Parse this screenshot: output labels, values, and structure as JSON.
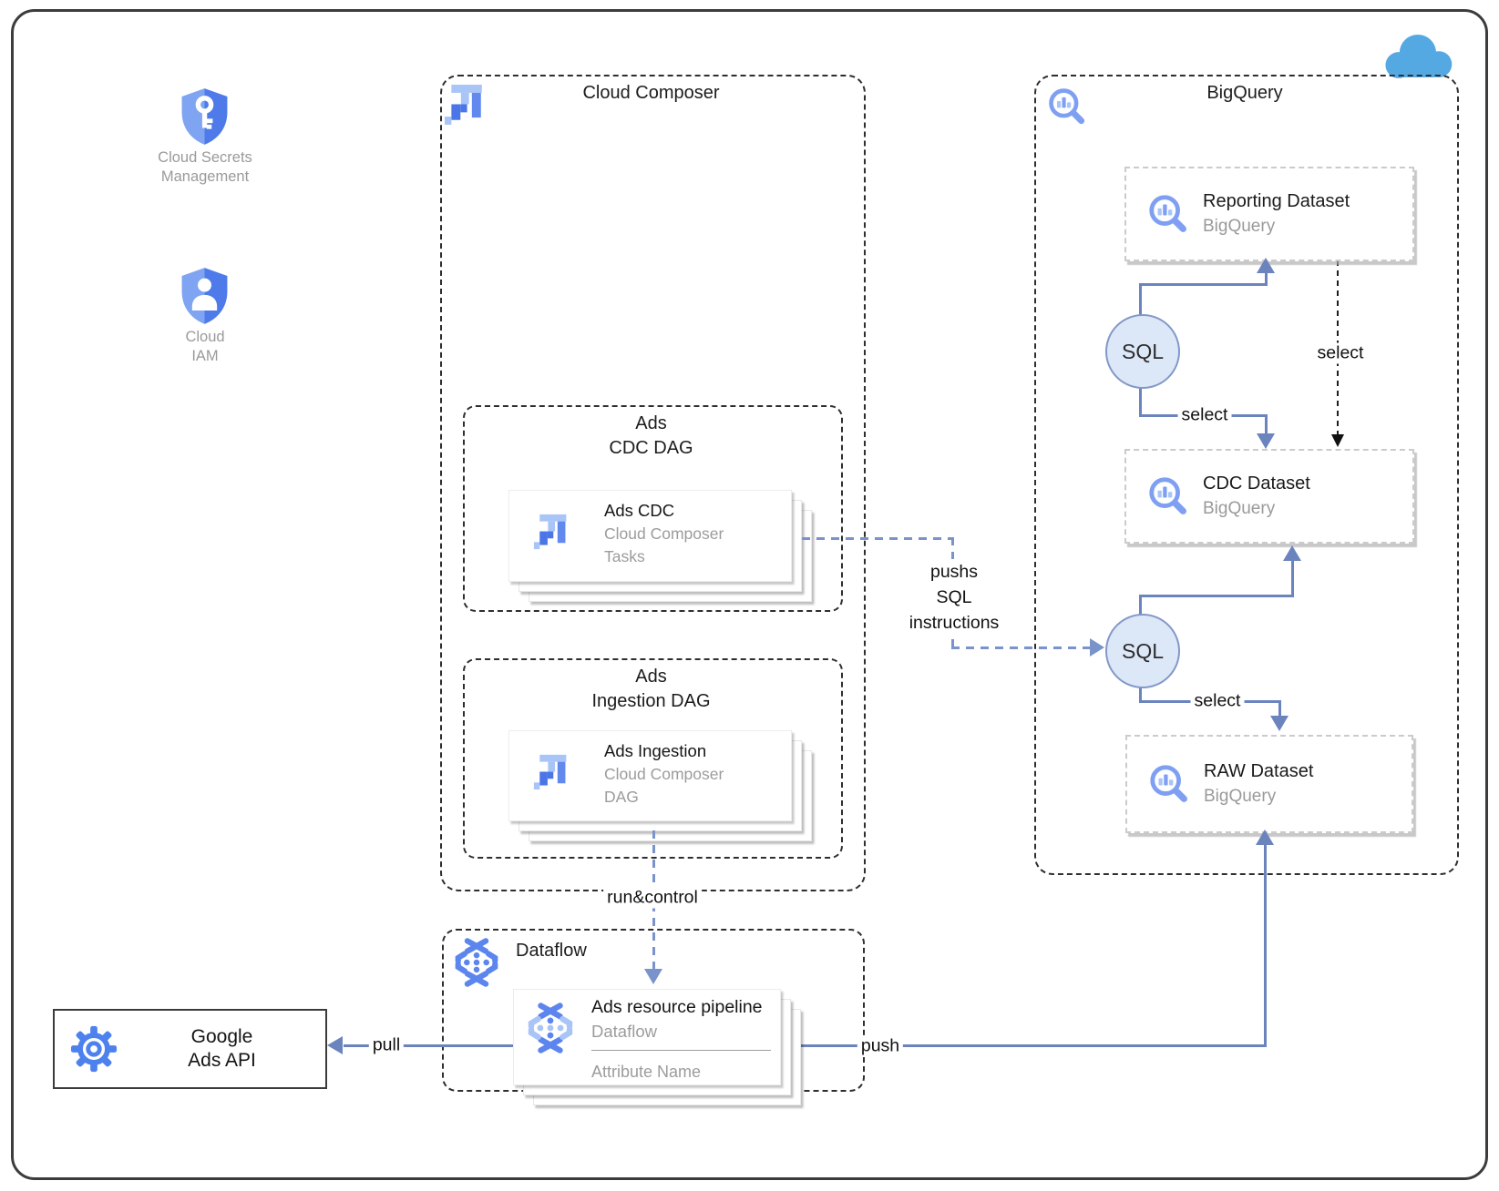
{
  "containers": {
    "cloud_composer": {
      "title": "Cloud Composer"
    },
    "ads_cdc_dag": {
      "title_line1": "Ads",
      "title_line2": "CDC DAG"
    },
    "ads_ingestion_dag": {
      "title_line1": "Ads",
      "title_line2": "Ingestion DAG"
    },
    "dataflow": {
      "title": "Dataflow"
    },
    "bigquery": {
      "title": "BigQuery"
    }
  },
  "nodes": {
    "cloud_secrets": {
      "label_line1": "Cloud Secrets",
      "label_line2": "Management"
    },
    "cloud_iam": {
      "label_line1": "Cloud",
      "label_line2": "IAM"
    },
    "ads_cdc_card": {
      "title": "Ads CDC",
      "subtitle": "Cloud Composer",
      "subtitle2": "Tasks"
    },
    "ads_ingestion_card": {
      "title": "Ads Ingestion",
      "subtitle": "Cloud Composer",
      "subtitle2": "DAG"
    },
    "pipeline_card": {
      "title": "Ads resource pipeline",
      "subtitle": "Dataflow",
      "attribute": "Attribute Name"
    },
    "google_ads_api": {
      "label_line1": "Google",
      "label_line2": "Ads API"
    },
    "reporting_dataset": {
      "title": "Reporting Dataset",
      "subtitle": "BigQuery"
    },
    "cdc_dataset": {
      "title": "CDC Dataset",
      "subtitle": "BigQuery"
    },
    "raw_dataset": {
      "title": "RAW Dataset",
      "subtitle": "BigQuery"
    },
    "sql_node_top": {
      "label": "SQL"
    },
    "sql_node_bottom": {
      "label": "SQL"
    }
  },
  "edges": {
    "select_top": "select",
    "select_reporting_cdc": "select",
    "select_bottom": "select",
    "pushs_line1": "pushs",
    "pushs_line2": "SQL",
    "pushs_line3": "instructions",
    "run_control": "run&control",
    "pull": "pull",
    "push": "push"
  },
  "colors": {
    "solid_arrow": "#6b84be",
    "dashed_arrow": "#7a93ca",
    "icon_blue_dark": "#4b76e8",
    "icon_blue_mid": "#6189ee",
    "icon_blue_light": "#a9c4f6",
    "bigquery_icon": "#7f9ff2",
    "cloud": "#55a9e2",
    "sql_fill": "#dce7f8",
    "gray_text": "#9a9a9a",
    "border_dark": "#3c3c3c"
  }
}
